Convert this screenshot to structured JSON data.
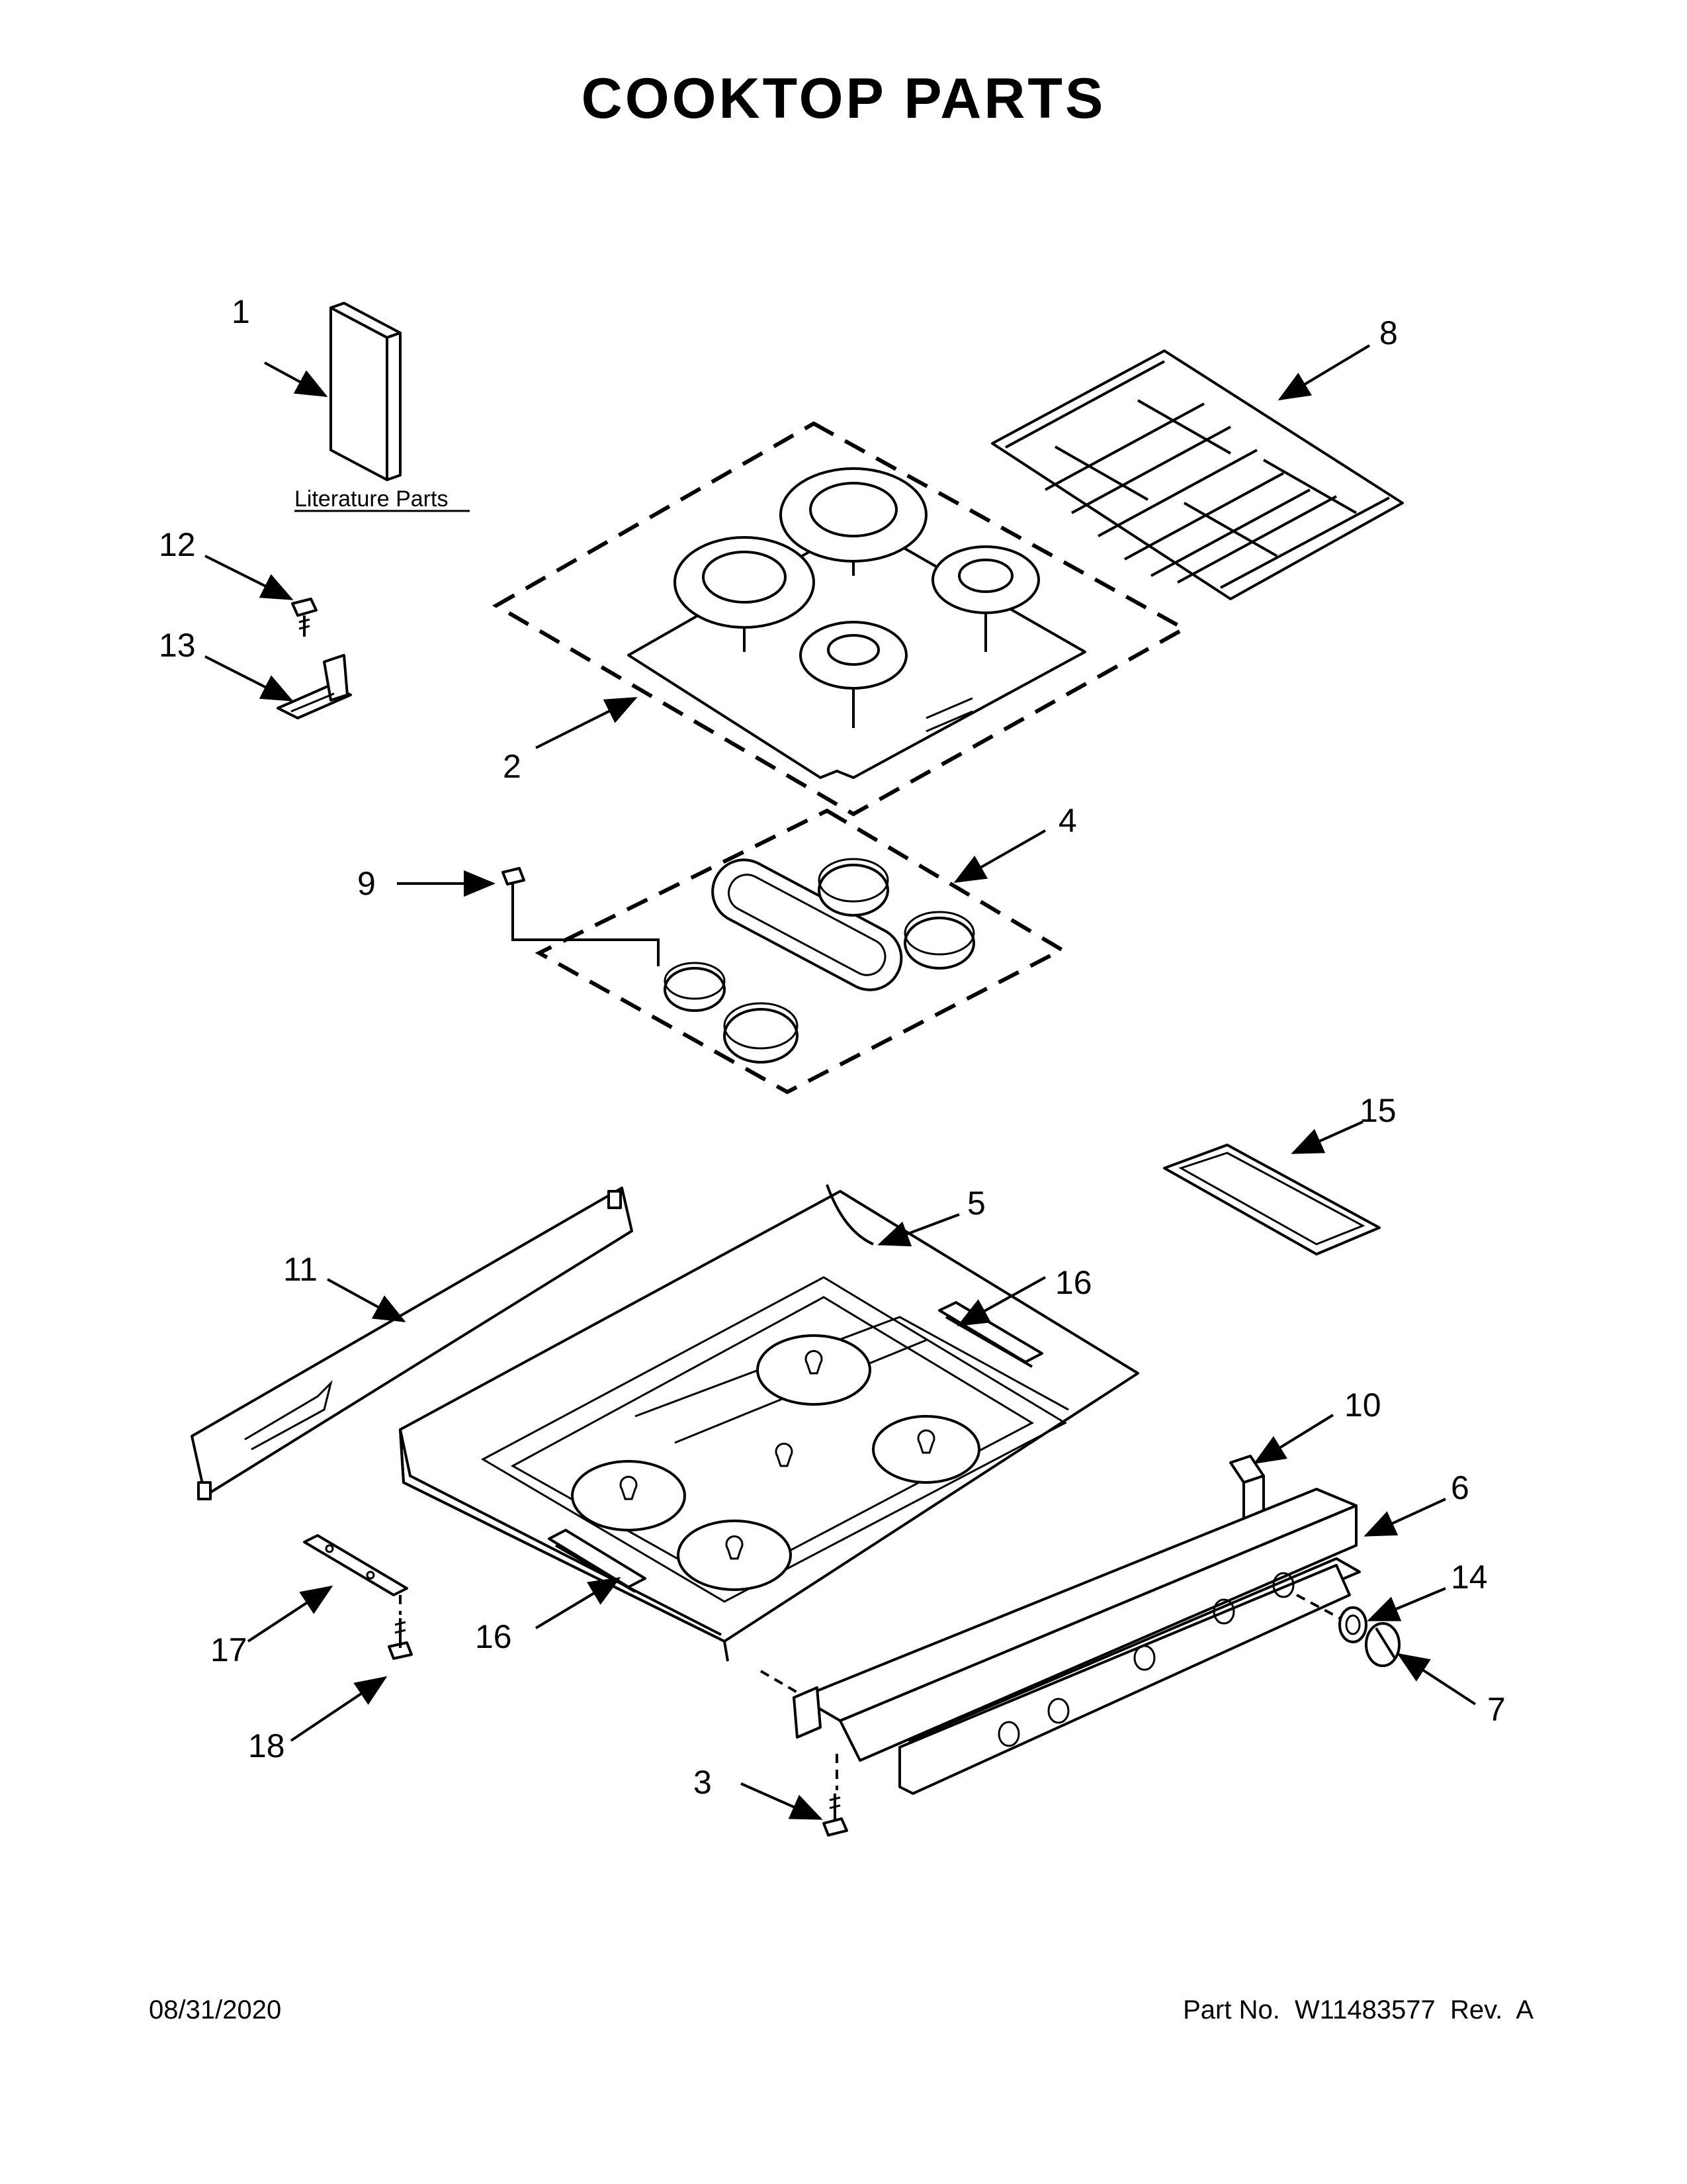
{
  "title": "COOKTOP PARTS",
  "literature_label": "Literature Parts",
  "footer": {
    "date": "08/31/2020",
    "part_number": "Part No.  W11483577  Rev.  A"
  },
  "callouts": {
    "c1": "1",
    "c2": "2",
    "c3": "3",
    "c4": "4",
    "c5": "5",
    "c6": "6",
    "c7": "7",
    "c8": "8",
    "c9": "9",
    "c10": "10",
    "c11": "11",
    "c12": "12",
    "c13": "13",
    "c14": "14",
    "c15": "15",
    "c16a": "16",
    "c16b": "16",
    "c17": "17",
    "c18": "18"
  }
}
